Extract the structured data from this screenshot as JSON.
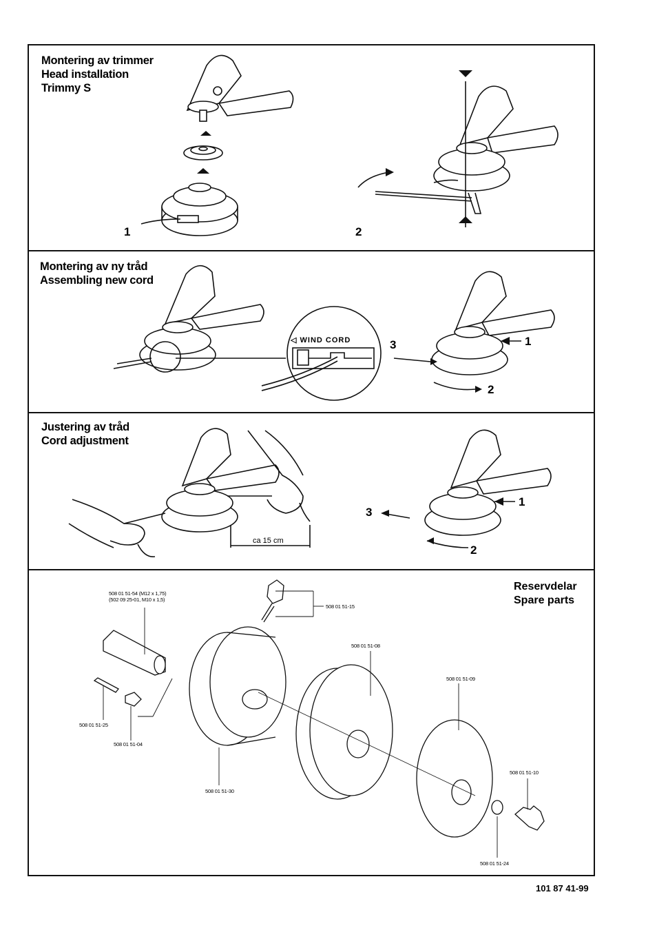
{
  "sections": {
    "installation": {
      "title_sv": "Montering av trimmer",
      "title_en": "Head installation",
      "model": "Trimmy S",
      "step1": "1",
      "step2": "2"
    },
    "new_cord": {
      "title_sv": "Montering av ny tråd",
      "title_en": "Assembling new cord",
      "wind_label": "WIND CORD",
      "step1": "1",
      "step2": "2",
      "step3": "3"
    },
    "adjustment": {
      "title_sv": "Justering av tråd",
      "title_en": "Cord adjustment",
      "length": "ca 15 cm",
      "step1": "1",
      "step2": "2",
      "step3": "3"
    },
    "spare_parts": {
      "title_sv": "Reservdelar",
      "title_en": "Spare parts",
      "parts": {
        "p54_line1": "508 01 51-54 (M12 x 1,75)",
        "p54_line2": "(502 09 25-01, M10 x 1,5)",
        "p15": "508 01 51-15",
        "p08": "508 01 51-08",
        "p09": "508 01 51-09",
        "p25": "508 01 51-25",
        "p04": "508 01 51-04",
        "p30": "508 01 51-30",
        "p10": "508 01 51-10",
        "p24": "508 01 51-24"
      }
    }
  },
  "document_number": "101 87 41-99"
}
